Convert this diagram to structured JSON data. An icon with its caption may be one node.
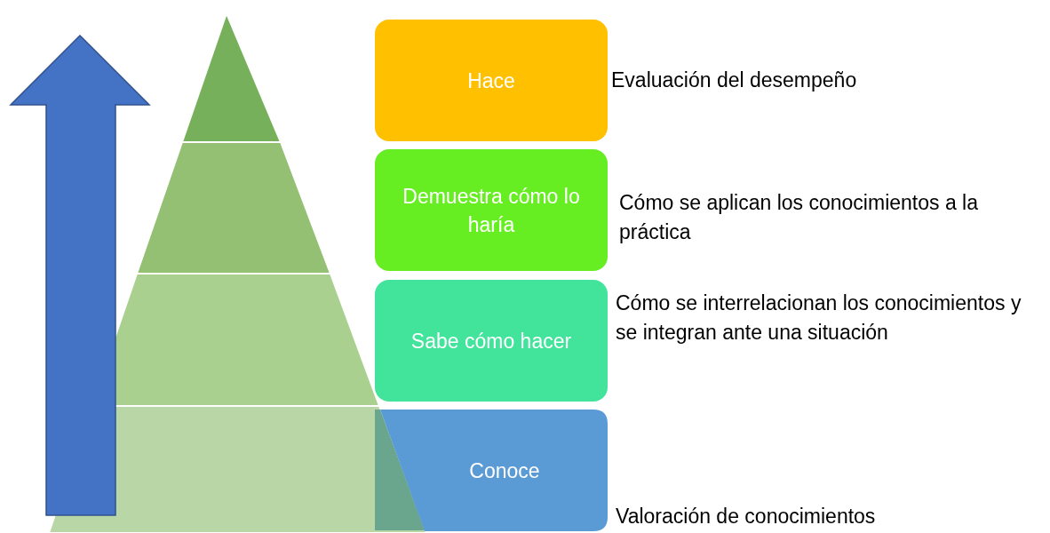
{
  "diagram": {
    "nodes": [
      {
        "text": [
          "Hace"
        ],
        "beside": [
          "Evaluación del desempeño"
        ]
      },
      {
        "text": [
          "Demuestra cómo lo haría"
        ],
        "beside": [
          "Cómo se aplican los conocimientos a la práctica"
        ]
      },
      {
        "text": [
          "Sabe cómo hacer"
        ],
        "beside": [
          "Cómo se interrelacionan los conocimientos y se integran ante una situación"
        ]
      },
      {
        "text": [
          "Conoce"
        ],
        "beside": [
          "Valoración de conocimientos"
        ]
      }
    ]
  }
}
